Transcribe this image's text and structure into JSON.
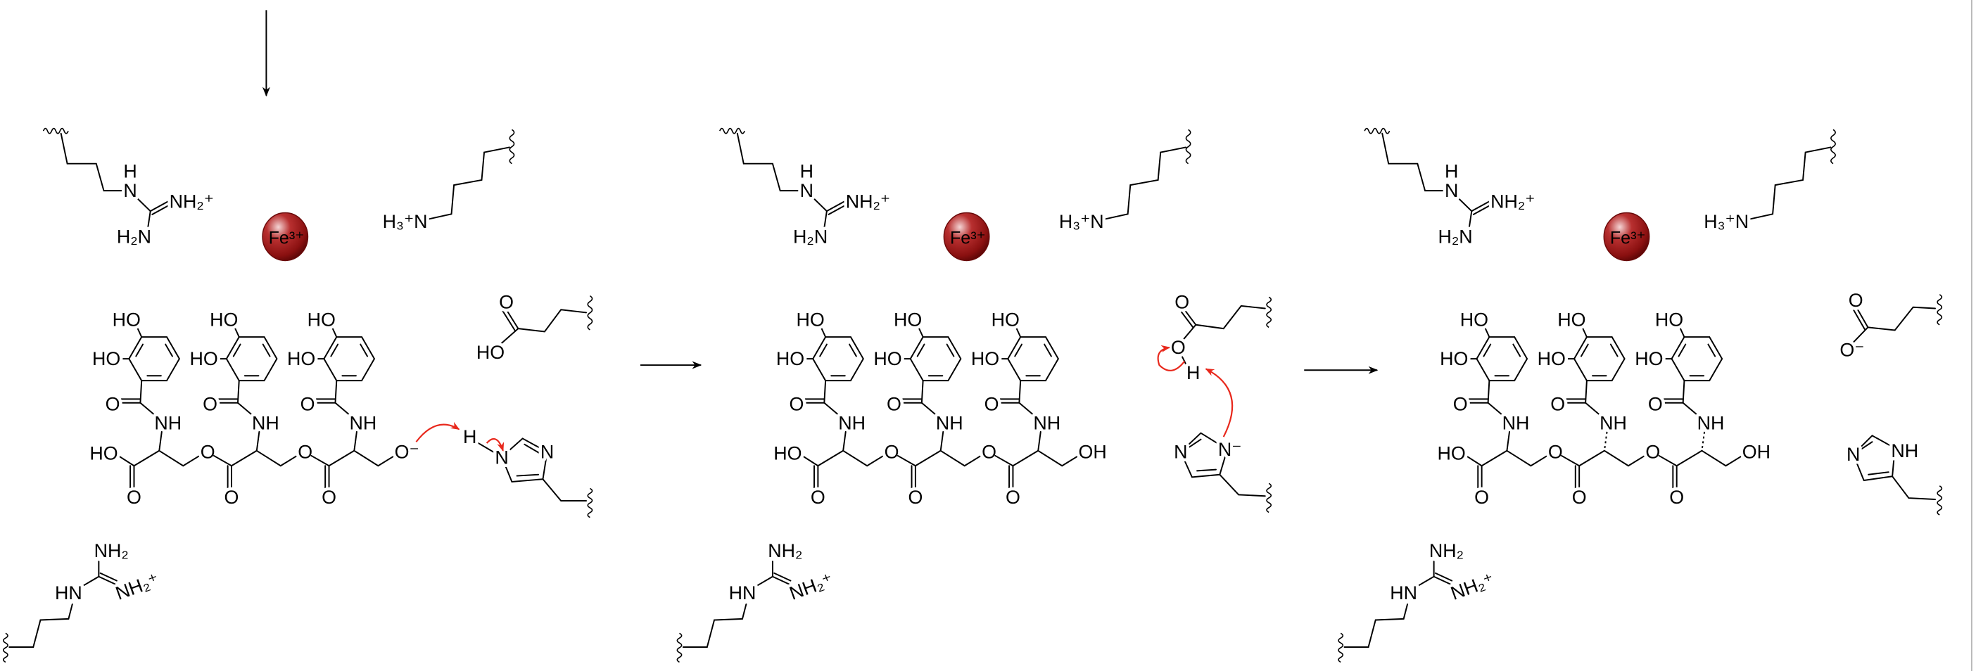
{
  "labels": {
    "fe": "Fe³⁺",
    "h": "H",
    "n": "N",
    "nh": "NH",
    "hn": "HN",
    "nh2": "NH₂",
    "nh2_plus": "NH₂⁺",
    "h2n": "H₂N",
    "h3n_plus": "H₃⁺N",
    "ho": "HO",
    "o": "O"
  },
  "panels": [
    {
      "serine_terminus": "O⁻",
      "glu_upper_o": "O",
      "glu_lower_o": "HO",
      "glu_proton": "",
      "his_ring_n_left": "N",
      "his_ring_n_right": "N",
      "his_proton": "H"
    },
    {
      "serine_terminus": "OH",
      "glu_upper_o": "O",
      "glu_lower_o": "O",
      "glu_proton": "H",
      "his_ring_n_left": "N",
      "his_ring_n_right": "N⁻",
      "his_proton": ""
    },
    {
      "serine_terminus": "OH",
      "glu_upper_o": "O",
      "glu_lower_o": "O⁻",
      "glu_proton": "",
      "his_ring_n_left": "N",
      "his_ring_n_right": "NH",
      "his_proton": ""
    }
  ],
  "colors": {
    "mechanism_arrow": "#e8281c",
    "iron_ion": "#a01818"
  }
}
